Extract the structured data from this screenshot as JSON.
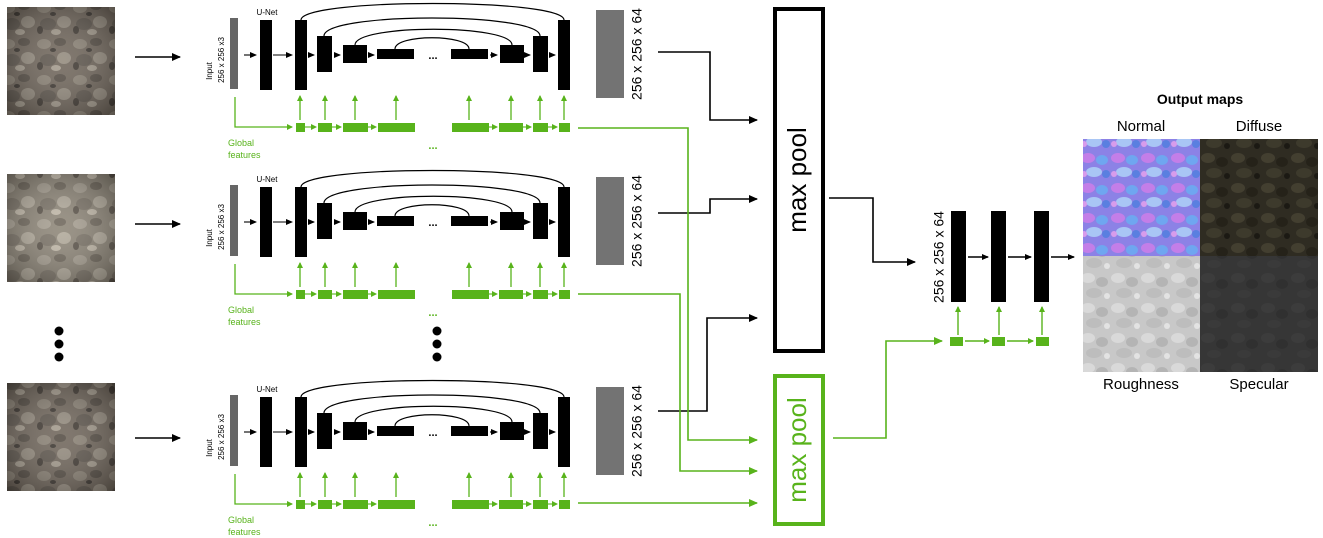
{
  "colors": {
    "black": "#000000",
    "green": "#58b31b",
    "arrow_black": "#000000"
  },
  "rows": [
    {
      "unet_label": "U-Net",
      "input_label_1": "Input",
      "input_label_2": "256 x 256 x3",
      "ellipsis_top": "...",
      "ellipsis_global": "...",
      "global_label_1": "Global",
      "global_label_2": "features",
      "feature_dims": "256 x 256 x 64"
    },
    {
      "unet_label": "U-Net",
      "input_label_1": "Input",
      "input_label_2": "256 x 256 x3",
      "ellipsis_top": "...",
      "ellipsis_global": "...",
      "global_label_1": "Global",
      "global_label_2": "features",
      "feature_dims": "256 x 256 x 64"
    },
    {
      "unet_label": "U-Net",
      "input_label_1": "Input",
      "input_label_2": "256 x 256 x3",
      "ellipsis_top": "...",
      "ellipsis_global": "...",
      "global_label_1": "Global",
      "global_label_2": "features",
      "feature_dims": "256 x 256 x 64"
    }
  ],
  "max_pool_main": "max pool",
  "max_pool_global": "max pool",
  "fusion_dims": "256 x 256 x 64",
  "output": {
    "title": "Output maps",
    "maps": [
      "Normal",
      "Diffuse",
      "Roughness",
      "Specular"
    ]
  }
}
